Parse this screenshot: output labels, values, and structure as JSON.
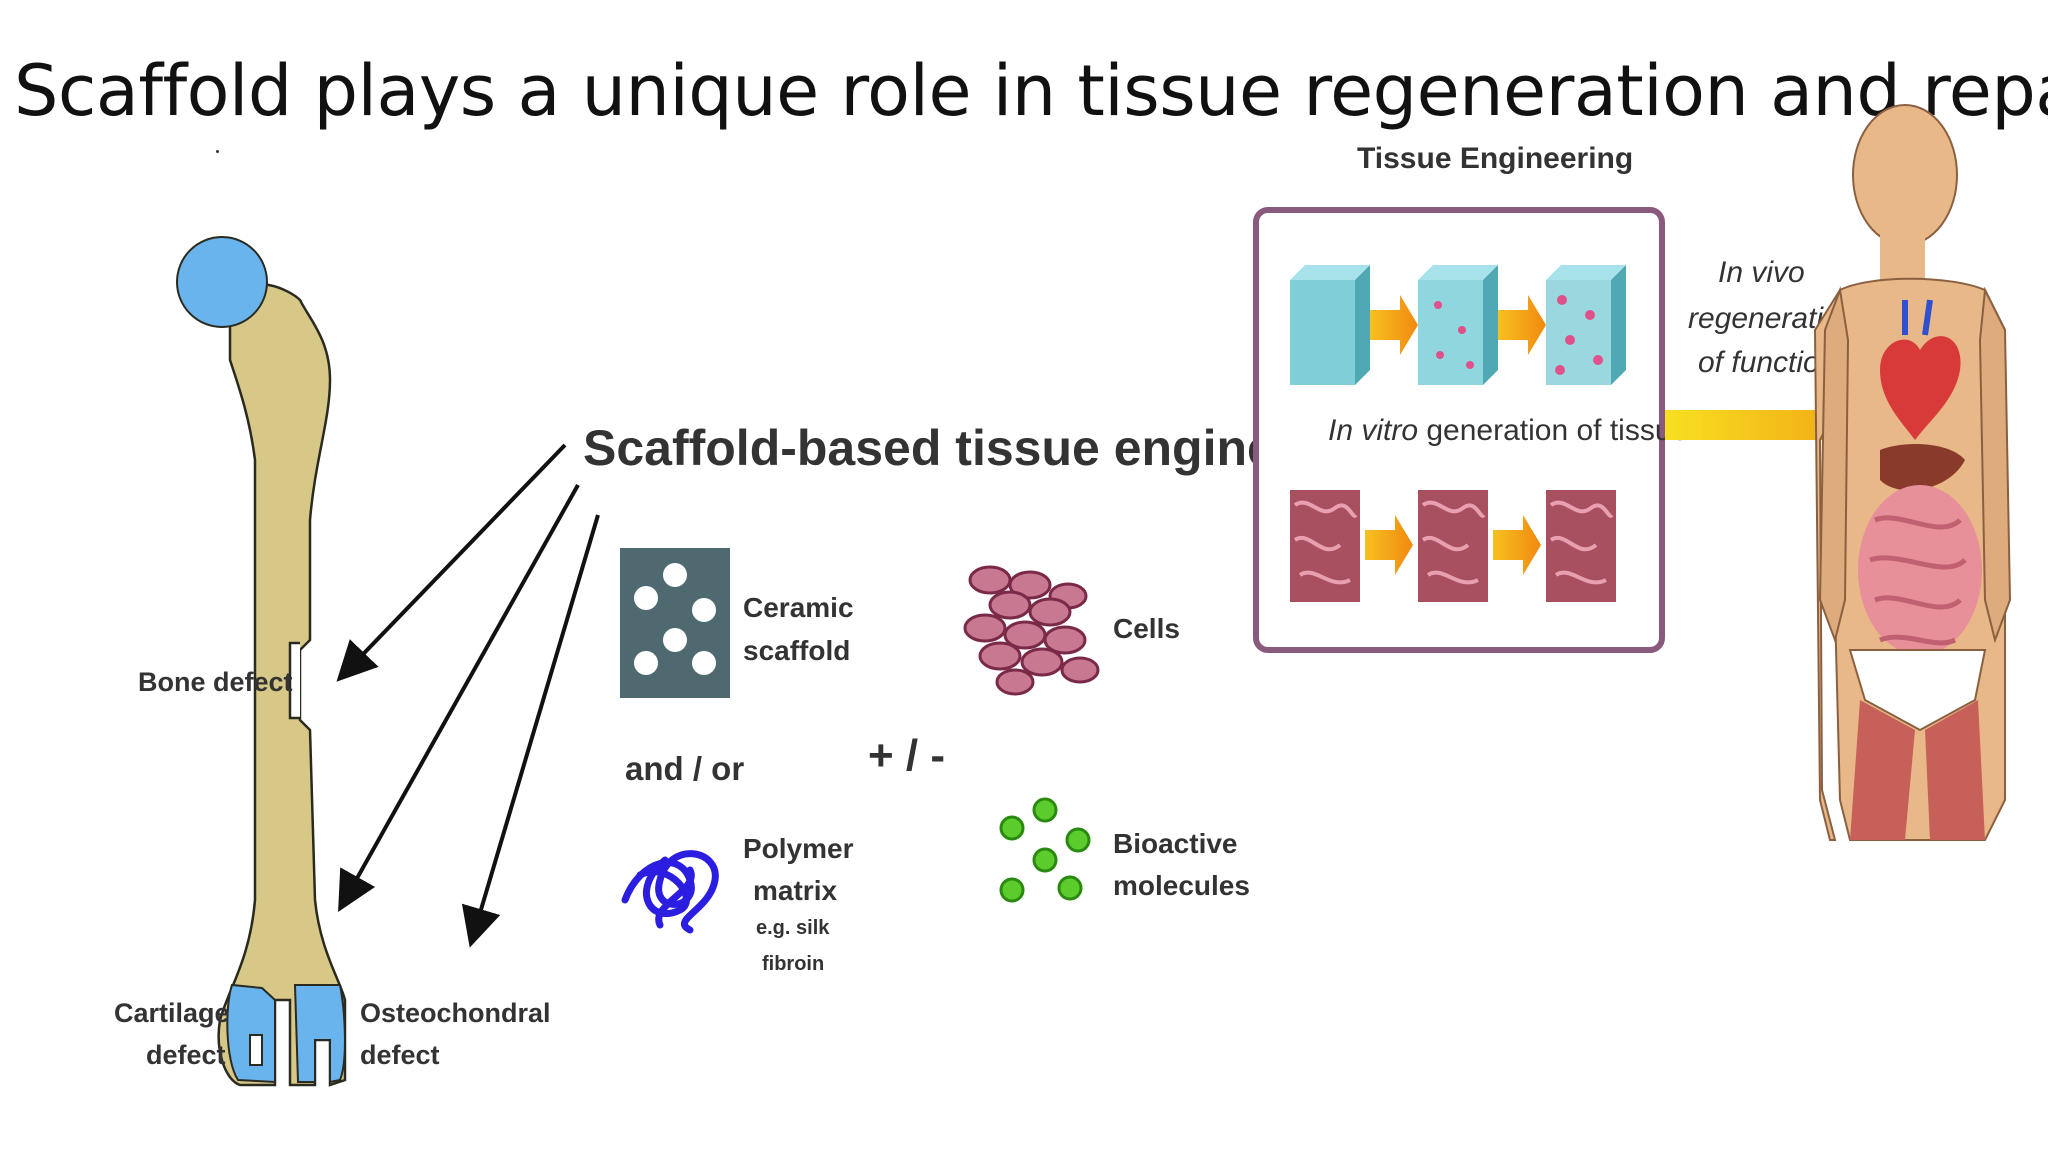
{
  "slide": {
    "title": "Scaffold plays a unique role in tissue regeneration and repair"
  },
  "bone": {
    "bone_defect": "Bone defect",
    "cartilage_defect_line1": "Cartilage",
    "cartilage_defect_line2": "defect",
    "osteochondral_line1": "Osteochondral",
    "osteochondral_line2": "defect"
  },
  "scaffold": {
    "heading": "Scaffold-based tissue engineering",
    "ceramic_line1": "Ceramic",
    "ceramic_line2": "scaffold",
    "and_or": "and / or",
    "plus_minus": "+ / -",
    "polymer_line1": "Polymer",
    "polymer_line2": "matrix",
    "polymer_line3": "e.g. silk",
    "polymer_line4": "fibroin",
    "cells": "Cells",
    "bioactive_line1": "Bioactive",
    "bioactive_line2": "molecules"
  },
  "tissue_engineering": {
    "heading": "Tissue Engineering",
    "in_vitro_italic": "In vitro",
    "in_vitro_rest": " generation of tissue",
    "in_vivo_line1": "In vivo",
    "in_vivo_line2": "regeneration",
    "in_vivo_line3": "of function"
  },
  "colors": {
    "bone_fill": "#d8c888",
    "cartilage_blue": "#6ab4ee",
    "ceramic_gray": "#4e6a70",
    "polymer_blue": "#2b1ee0",
    "cell_pink": "#b8607a",
    "molecule_green": "#5ccc2c",
    "frame_purple": "#8a5a7e",
    "cube_teal": "#7fcfd8",
    "arrow_orange": "#f4a010",
    "skin": "#e8b888"
  }
}
